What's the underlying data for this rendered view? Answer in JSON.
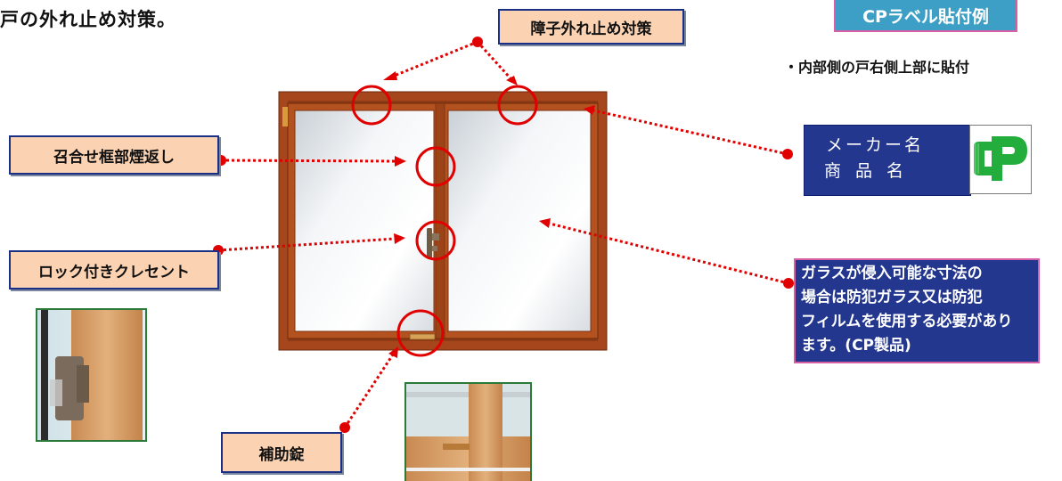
{
  "page_title": "戸の外れ止め対策。",
  "callouts": {
    "shoji_hazure": "障子外れ止め対策",
    "meeting_rail": "召合せ框部煙返し",
    "crescent_lock": "ロック付きクレセント",
    "aux_lock": "補助錠"
  },
  "cp_label": {
    "header": "CPラベル貼付例",
    "note": "・内部側の戸右側上部に貼付",
    "maker_name": "メーカー名",
    "product_name": "商品名"
  },
  "glass_note": {
    "lines": [
      "ガラスが侵入可能な寸法の",
      "場合は防犯ガラス又は防犯",
      "フィルムを使用する必要があり",
      "ます。(CP製品)"
    ]
  },
  "colors": {
    "callout_fill": "#fbd3b3",
    "callout_border": "#1a2f86",
    "marker_red": "#e00000",
    "window_frame": "#a5461c",
    "label_navy": "#24378f",
    "header_blue": "#3d9fc5",
    "cp_green": "#22ad3c"
  }
}
